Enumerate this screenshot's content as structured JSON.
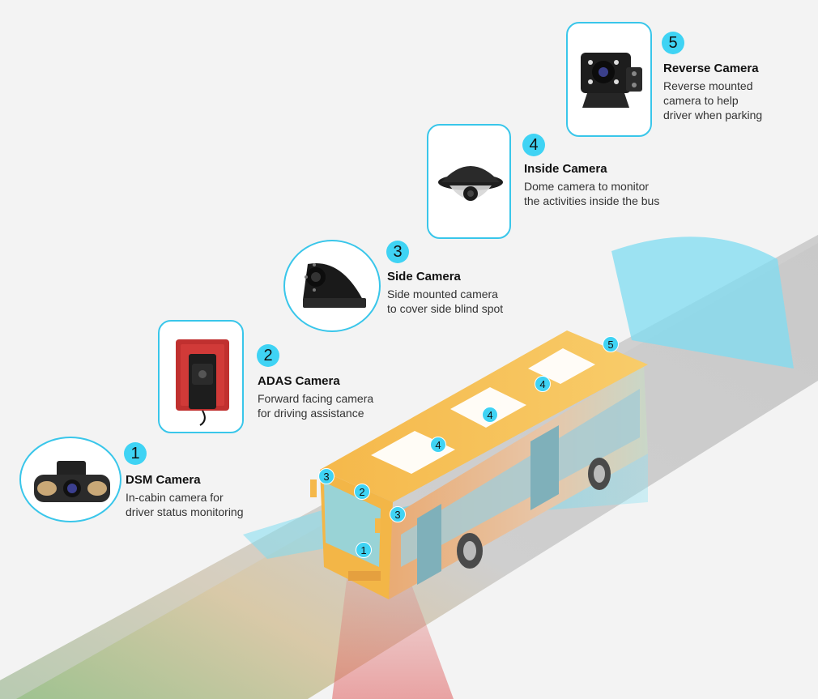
{
  "cameras": [
    {
      "num": "1",
      "title": "DSM Camera",
      "desc": [
        "In-cabin camera for",
        "driver status monitoring"
      ]
    },
    {
      "num": "2",
      "title": "ADAS Camera",
      "desc": [
        "Forward facing camera",
        "for driving assistance"
      ]
    },
    {
      "num": "3",
      "title": "Side Camera",
      "desc": [
        "Side mounted camera",
        "to cover side blind spot"
      ]
    },
    {
      "num": "4",
      "title": "Inside Camera",
      "desc": [
        "Dome camera to monitor",
        "the activities inside the bus"
      ]
    },
    {
      "num": "5",
      "title": "Reverse Camera",
      "desc": [
        "Reverse mounted",
        "camera to help",
        "driver when parking"
      ]
    }
  ],
  "bus_markers": [
    "3",
    "2",
    "3",
    "1",
    "4",
    "4",
    "4",
    "5"
  ],
  "colors": {
    "accent": "#3fd3f4",
    "bus_yellow": "#f4bd4e",
    "road": "#c9c9c9"
  }
}
